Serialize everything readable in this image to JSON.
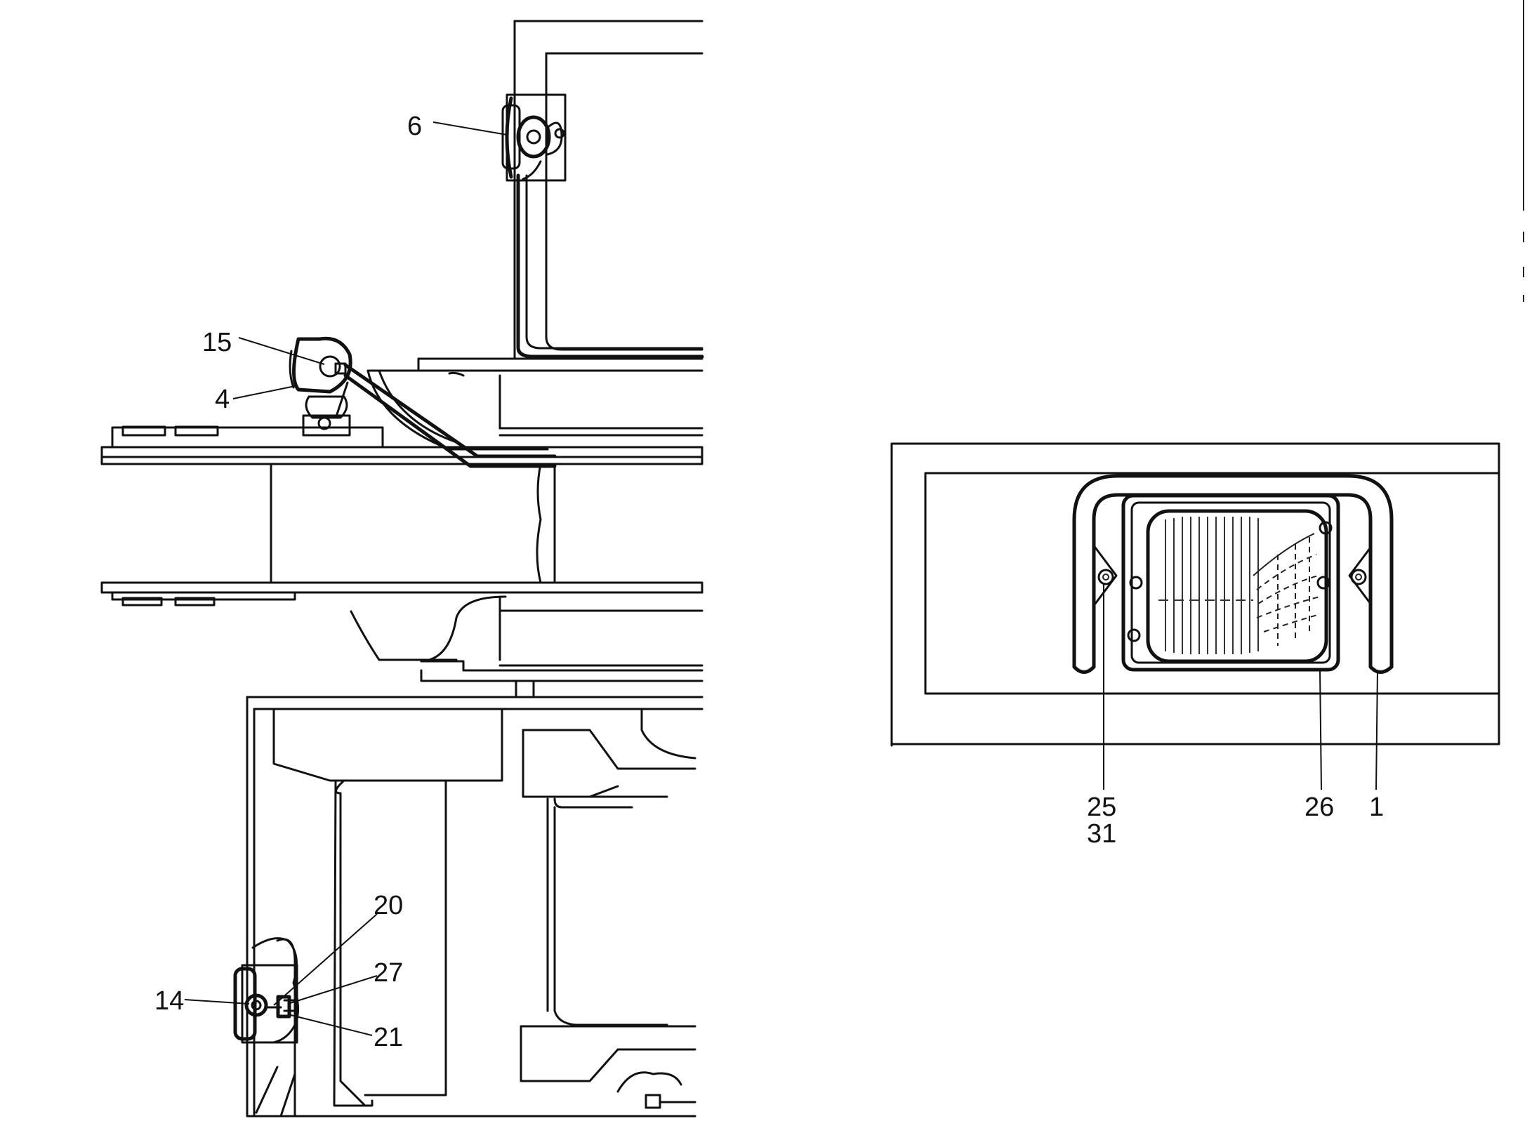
{
  "callouts": {
    "c6": "6",
    "c15": "15",
    "c4": "4",
    "c20": "20",
    "c27": "27",
    "c14": "14",
    "c21": "21",
    "c25": "25",
    "c31": "31",
    "c26": "26",
    "c1": "1"
  }
}
